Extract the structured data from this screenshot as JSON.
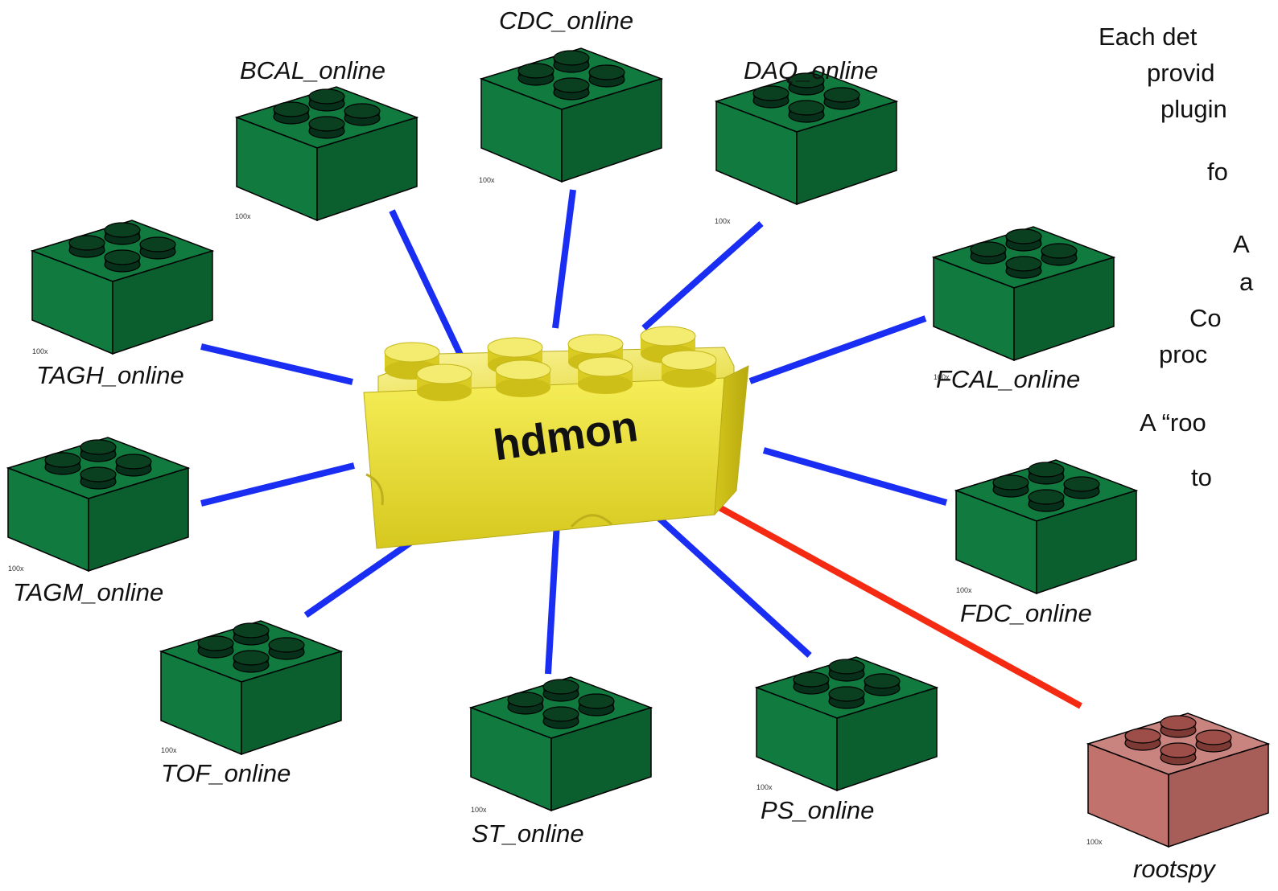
{
  "center": {
    "label": "hdmon"
  },
  "plugins": [
    {
      "id": "cdc",
      "label": "CDC_online",
      "size_tag": "100x"
    },
    {
      "id": "bcal",
      "label": "BCAL_online",
      "size_tag": "100x"
    },
    {
      "id": "daq",
      "label": "DAQ_online",
      "size_tag": "100x"
    },
    {
      "id": "tagh",
      "label": "TAGH_online",
      "size_tag": "100x"
    },
    {
      "id": "fcal",
      "label": "FCAL_online",
      "size_tag": "100x"
    },
    {
      "id": "tagm",
      "label": "TAGM_online",
      "size_tag": "100x"
    },
    {
      "id": "fdc",
      "label": "FDC_online",
      "size_tag": "100x"
    },
    {
      "id": "tof",
      "label": "TOF_online",
      "size_tag": "100x"
    },
    {
      "id": "st",
      "label": "ST_online",
      "size_tag": "100x"
    },
    {
      "id": "ps",
      "label": "PS_online",
      "size_tag": "100x"
    },
    {
      "id": "rootspy",
      "label": "rootspy",
      "size_tag": "100x"
    }
  ],
  "note_lines": [
    "Each det",
    "provid",
    "plugin",
    "fo",
    "A",
    "a",
    "Co",
    "proc",
    "A “roo",
    "to"
  ],
  "colors": {
    "brick_green": "#117a3e",
    "brick_green_dark": "#0b5e2e",
    "stud_top": "#0a3f1f",
    "hdmon_yellow": "#ece03a",
    "rootspy_red": "#c1726c",
    "link_blue": "#1a2df2",
    "link_red": "#f42a12"
  }
}
